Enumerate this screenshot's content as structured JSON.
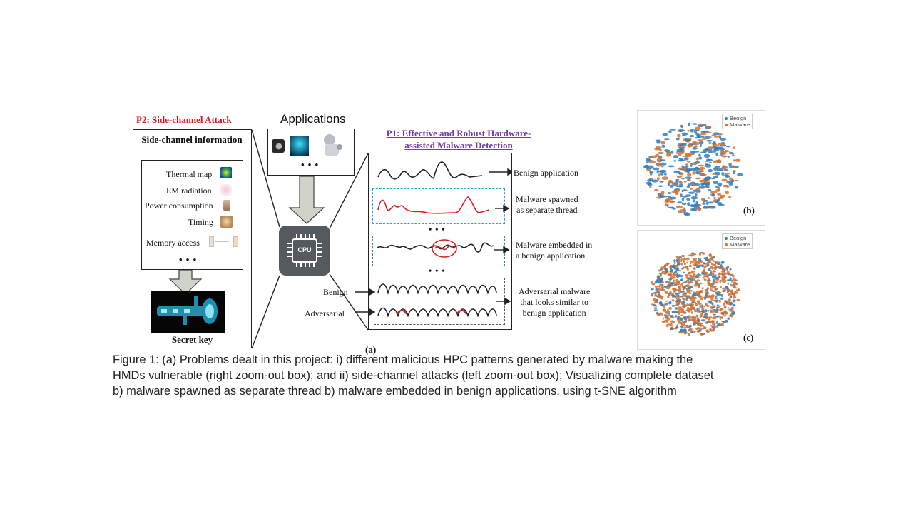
{
  "left_panel": {
    "title": "P2: Side-channel Attack",
    "header": "Side-channel information",
    "items": [
      "Thermal map",
      "EM radiation",
      "Power consumption",
      "Timing",
      "Memory access"
    ],
    "ellipsis": "• • •",
    "key_label": "Secret key"
  },
  "applications": {
    "title": "Applications",
    "ellipsis": "• • •"
  },
  "cpu": {
    "label": "CPU"
  },
  "right_panel": {
    "title_line1": "P1: Effective and Robust Hardware-",
    "title_line2": "assisted Malware Detection",
    "benign_app": "Benign application",
    "malware_thread_1": "Malware spawned",
    "malware_thread_2": "as separate thread",
    "malware_embedded_1": "Malware embedded in",
    "malware_embedded_2": "a benign application",
    "adversarial_1": "Adversarial malware",
    "adversarial_2": "that looks similar to",
    "adversarial_3": "benign application",
    "benign_input": "Benign",
    "adversarial_input": "Adversarial",
    "ellipsis": "• • •",
    "panel_label": "(a)"
  },
  "tsne_b": {
    "legend": [
      "Benign",
      "Malware"
    ],
    "label": "(b)"
  },
  "tsne_c": {
    "legend": [
      "Benign",
      "Malware"
    ],
    "label": "(c)"
  },
  "colors": {
    "benign": "#2e7fbf",
    "malware": "#d9702b",
    "attack_title": "#d01818",
    "detection_title": "#7a3ab0",
    "malware_signal": "#d62020"
  },
  "caption": {
    "line1": "Figure 1: (a) Problems dealt in this project: i) different malicious HPC patterns generated by malware making the",
    "line2": "HMDs vulnerable (right zoom-out box); and ii) side-channel attacks (left zoom-out box); Visualizing complete dataset",
    "line3": "b) malware spawned as separate thread b) malware embedded in benign applications, using t-SNE algorithm"
  }
}
